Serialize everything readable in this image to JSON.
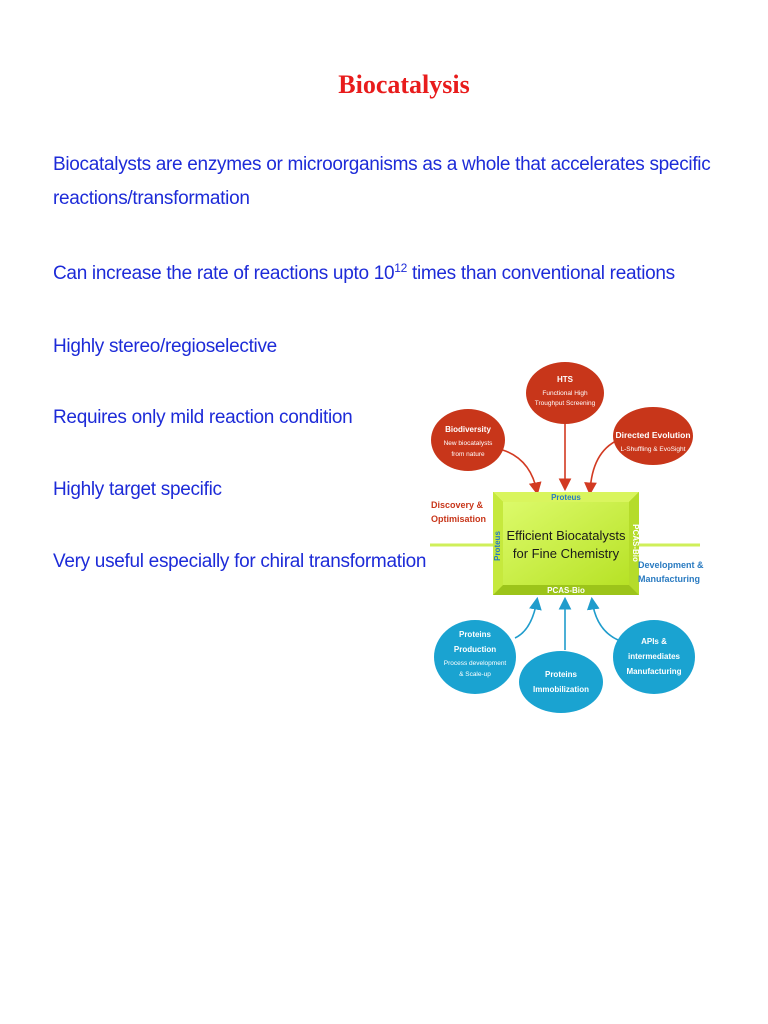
{
  "page": {
    "title": "Biocatalysis",
    "bullets": [
      {
        "line1": "Biocatalysts are enzymes or microorganisms as a whole that accelerates specific",
        "line2": "reactions/transformation"
      },
      {
        "pre": "Can increase the rate of reactions upto 10",
        "sup": "12",
        "post": " times than conventional reations"
      },
      {
        "text": "Highly stereo/regioselective"
      },
      {
        "text": "Requires only mild reaction condition"
      },
      {
        "text": "Highly target specific"
      },
      {
        "text": "Very useful especially for chiral transformation"
      }
    ]
  },
  "diagram": {
    "center": {
      "line1": "Efficient Biocatalysts",
      "line2": "for Fine Chemistry"
    },
    "frame": {
      "top": "Proteus",
      "bottom": "PCAS-Bio",
      "left": "Proteus",
      "right": "PCAS-Bio"
    },
    "left_label": {
      "line1": "Discovery &",
      "line2": "Optimisation"
    },
    "right_label": {
      "line1": "Development &",
      "line2": "Manufacturing"
    },
    "hts": {
      "title": "HTS",
      "sub1": "Functional High",
      "sub2": "Troughput Screening"
    },
    "biodiversity": {
      "title": "Biodiversity",
      "sub1": "New biocatalysts",
      "sub2": "from nature"
    },
    "directed": {
      "title": "Directed Evolution",
      "sub1": "L-Shuffling & EvoSight"
    },
    "production": {
      "title1": "Proteins",
      "title2": "Production",
      "sub1": "Process development",
      "sub2": "& Scale-up"
    },
    "immobilization": {
      "title1": "Proteins",
      "title2": "Immobilization"
    },
    "apis": {
      "title1": "APIs &",
      "title2": "intermediates",
      "title3": "Manufacturing"
    },
    "colors": {
      "red": "#c8361a",
      "blue": "#1aa3d1",
      "green": "#c9ef3a",
      "arrow_red": "#d23a22",
      "arrow_blue": "#1f9ccc"
    }
  }
}
